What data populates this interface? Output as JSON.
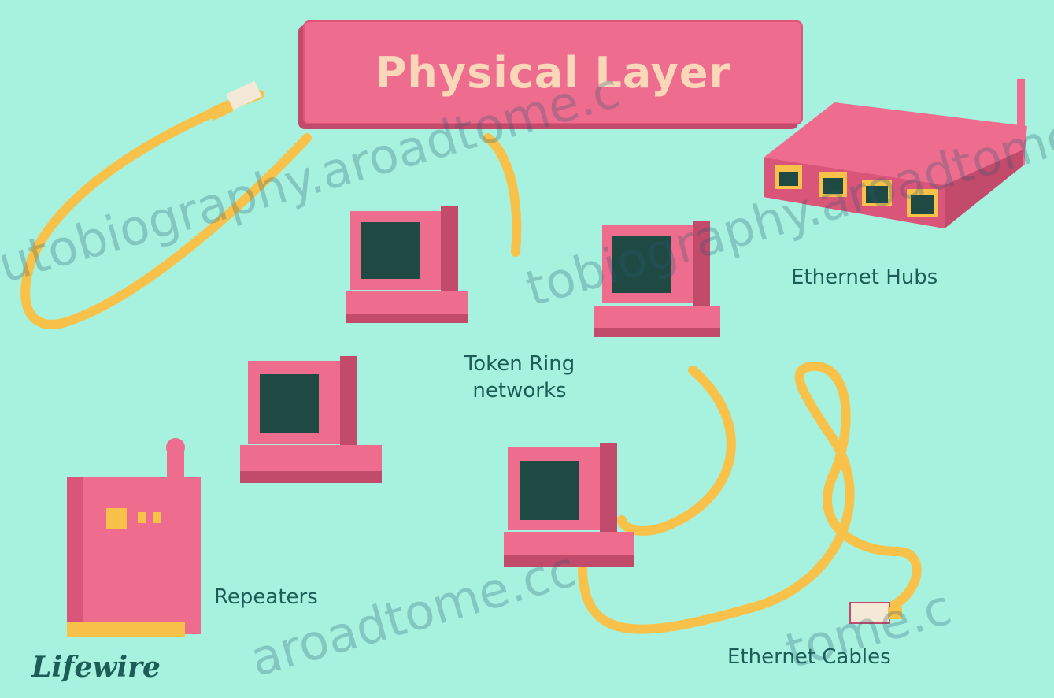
{
  "title": "Physical Layer",
  "labels": {
    "ethernet_hubs": "Ethernet Hubs",
    "token_ring_line1": "Token Ring",
    "token_ring_line2": "networks",
    "repeaters": "Repeaters",
    "ethernet_cables": "Ethernet Cables"
  },
  "brand": "Lifewire",
  "watermarks": {
    "wm1": "utobiography.aroadtome.c",
    "wm2": "tobiography.aroadtome.c",
    "wm3": "aroadtome.cc",
    "wm4": "tome.c"
  },
  "colors": {
    "background": "#a6f2df",
    "device_pink": "#ee6d8e",
    "device_shadow": "#c24a6b",
    "cable_yellow": "#f8c24a",
    "screen_dark": "#1f4a44",
    "label_text": "#1c5e57",
    "title_text": "#f9d7b8"
  }
}
